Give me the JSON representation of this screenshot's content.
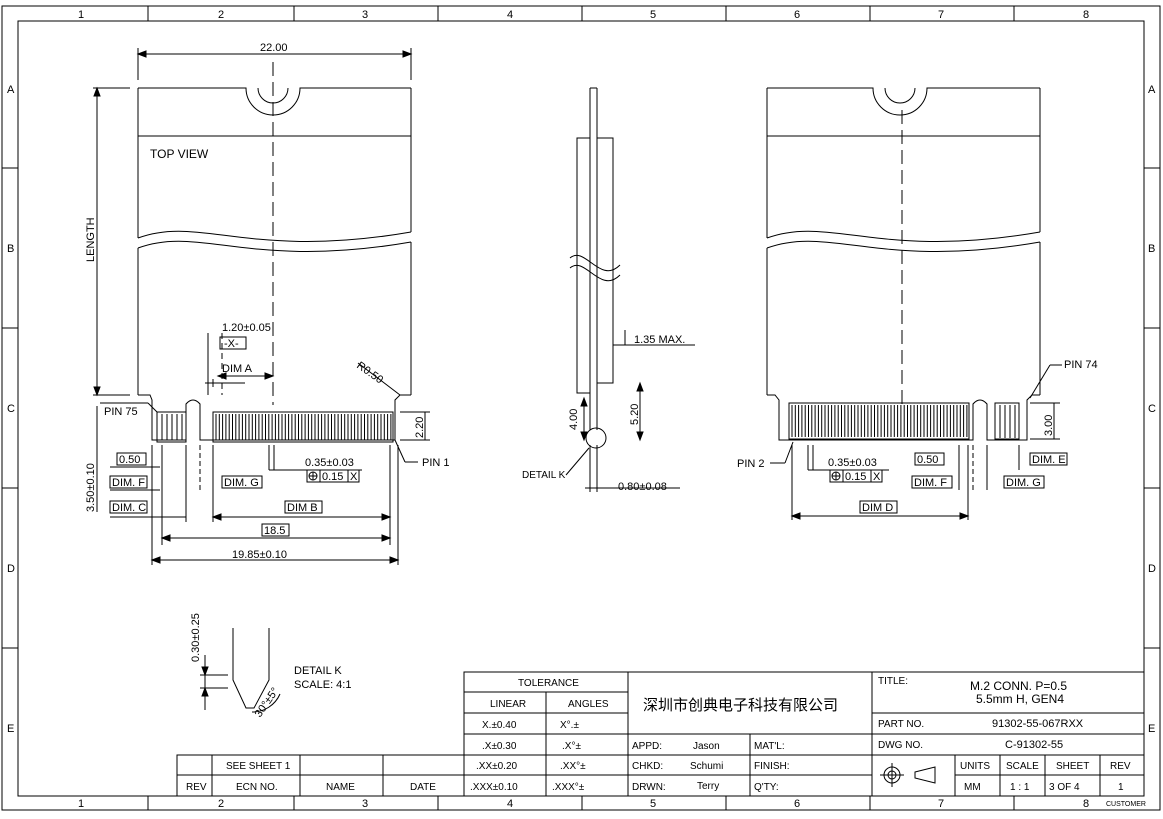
{
  "frame": {
    "columns": [
      "1",
      "2",
      "3",
      "4",
      "5",
      "6",
      "7",
      "8"
    ],
    "rows": [
      "A",
      "B",
      "C",
      "D",
      "E"
    ]
  },
  "top_view": {
    "label": "TOP VIEW",
    "width_dim": "22.00",
    "length_label": "LENGTH",
    "key_width": "1.20±0.05",
    "datum_x": "-X-",
    "dim_a": "DIM A",
    "radius": "R0.50",
    "pin75": "PIN 75",
    "pin1": "PIN 1",
    "dim_220": "2.20",
    "dim_050": "0.50",
    "dim_f": "DIM. F",
    "dim_c": "DIM. C",
    "dim_g": "DIM. G",
    "pitch": "0.35±0.03",
    "pos_tol": "0.15",
    "pos_ref": "X",
    "dim_b": "DIM B",
    "dim_185": "18.5",
    "overall": "19.85±0.10",
    "vertical_350": "3.50±0.10"
  },
  "side_view": {
    "max_thk": "1.35 MAX.",
    "d400": "4.00",
    "d520": "5.20",
    "detail_k": "DETAIL K",
    "thk": "0.80±0.08"
  },
  "bottom_view": {
    "pin74": "PIN 74",
    "pin2": "PIN 2",
    "dim_300": "3.00",
    "pitch": "0.35±0.03",
    "pos_tol": "0.15",
    "pos_ref": "X",
    "dim_050": "0.50",
    "dim_e": "DIM. E",
    "dim_f": "DIM. F",
    "dim_g": "DIM. G",
    "dim_d": "DIM D"
  },
  "detail": {
    "dim_030": "0.30±0.25",
    "angle": "30°±5°",
    "title": "DETAIL K",
    "scale": "SCALE: 4:1"
  },
  "revision": {
    "see_sheet": "SEE SHEET 1",
    "headers": [
      "REV",
      "ECN NO.",
      "NAME",
      "DATE"
    ]
  },
  "tolerance": {
    "title": "TOLERANCE",
    "linear_header": "LINEAR",
    "angles_header": "ANGLES",
    "rows": [
      {
        "linear": "X.±0.40",
        "angle": "X°.±"
      },
      {
        "linear": ".X±0.30",
        "angle": ".X°±"
      },
      {
        "linear": ".XX±0.20",
        "angle": ".XX°±"
      },
      {
        "linear": ".XXX±0.10",
        "angle": ".XXX°±"
      }
    ]
  },
  "company": {
    "name": "深圳市创典电子科技有限公司",
    "appd_label": "APPD:",
    "appd": "Jason",
    "chkd_label": "CHKD:",
    "chkd": "Schumi",
    "drwn_label": "DRWN:",
    "drwn": "Terry",
    "matl_label": "MAT'L:",
    "finish_label": "FINISH:",
    "qty_label": "Q'TY:"
  },
  "title_block": {
    "title_label": "TITLE:",
    "title_line1": "M.2  CONN.  P=0.5",
    "title_line2": "5.5mm  H,  GEN4",
    "part_label": "PART NO.",
    "part_no": "91302-55-067RXX",
    "dwg_label": "DWG NO.",
    "dwg_no": "C-91302-55",
    "units_label": "UNITS",
    "units": "MM",
    "scale_label": "SCALE",
    "scale": "1 : 1",
    "sheet_label": "SHEET",
    "sheet": "3  OF  4",
    "rev_label": "REV",
    "rev": "1",
    "customer": "CUSTOMER"
  }
}
